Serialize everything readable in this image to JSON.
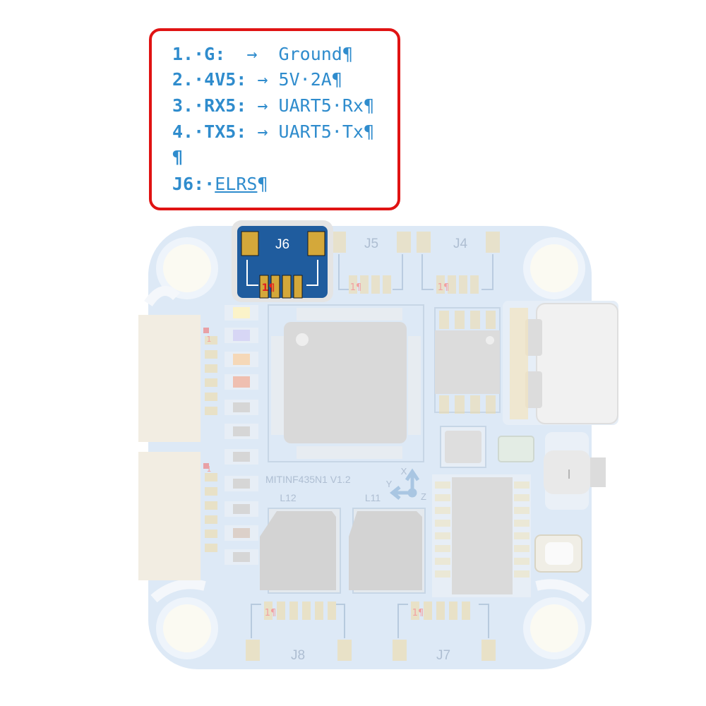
{
  "callout": {
    "pins": [
      {
        "label": "1.·G:",
        "arrow": "→",
        "value": "Ground¶"
      },
      {
        "label": "2.·4V5:",
        "arrow": "→",
        "value": "5V·2A¶"
      },
      {
        "label": "3.·RX5:",
        "arrow": "→",
        "value": "UART5·Rx¶"
      },
      {
        "label": "4.·TX5:",
        "arrow": "→",
        "value": "UART5·Tx¶"
      }
    ],
    "blank_line": "¶",
    "connector_label": "J6:·",
    "connector_value": "ELRS",
    "connector_end": "¶"
  },
  "board": {
    "name": "MITINF435N1 V1.2",
    "connectors": {
      "j6": "J6",
      "j5": "J5",
      "j4": "J4",
      "j8": "J8",
      "j7": "J7"
    },
    "inductors": {
      "l12": "L12",
      "l11": "L11"
    },
    "axes": {
      "x": "X",
      "y": "Y",
      "z": "Z"
    },
    "pin1_marker": "1¶",
    "side_pin1": "1"
  },
  "colors": {
    "callout_border": "#e01313",
    "text_blue": "#2f8ccd",
    "board_faded": "#dbe8f5",
    "j6_highlight": "#1f5c9e",
    "pad_gold": "#d4a83a"
  }
}
